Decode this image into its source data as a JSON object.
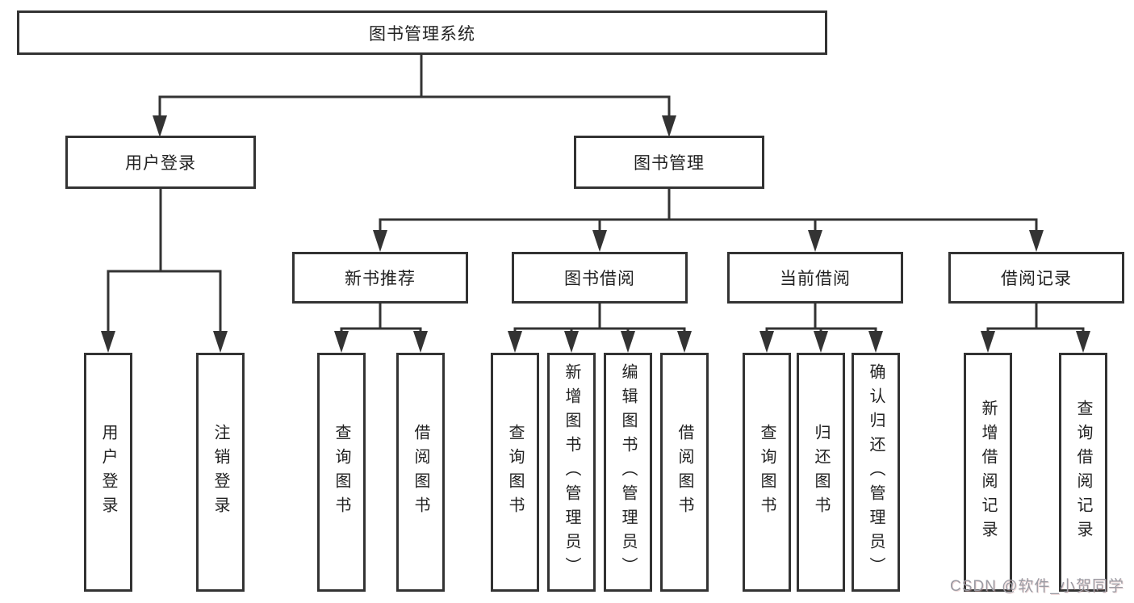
{
  "diagram": {
    "root": {
      "label": "图书管理系统"
    },
    "level2": [
      {
        "label": "用户登录",
        "children": [
          {
            "label": "用户登录"
          },
          {
            "label": "注销登录"
          }
        ]
      },
      {
        "label": "图书管理",
        "children": [
          {
            "label": "新书推荐",
            "children": [
              {
                "label": "查询图书"
              },
              {
                "label": "借阅图书"
              }
            ]
          },
          {
            "label": "图书借阅",
            "children": [
              {
                "label": "查询图书"
              },
              {
                "label": "新增图书（管理员）"
              },
              {
                "label": "编辑图书（管理员）"
              },
              {
                "label": "借阅图书"
              }
            ]
          },
          {
            "label": "当前借阅",
            "children": [
              {
                "label": "查询图书"
              },
              {
                "label": "归还图书"
              },
              {
                "label": "确认归还（管理员）"
              }
            ]
          },
          {
            "label": "借阅记录",
            "children": [
              {
                "label": "新增借阅记录"
              },
              {
                "label": "查询借阅记录"
              }
            ]
          }
        ]
      }
    ],
    "colors": {
      "line": "#333333",
      "border": "#333333",
      "text": "#222222",
      "background": "#ffffff"
    }
  },
  "watermark": {
    "text": "CSDN @软件_小贺同学",
    "color": "#9b9ba3"
  }
}
